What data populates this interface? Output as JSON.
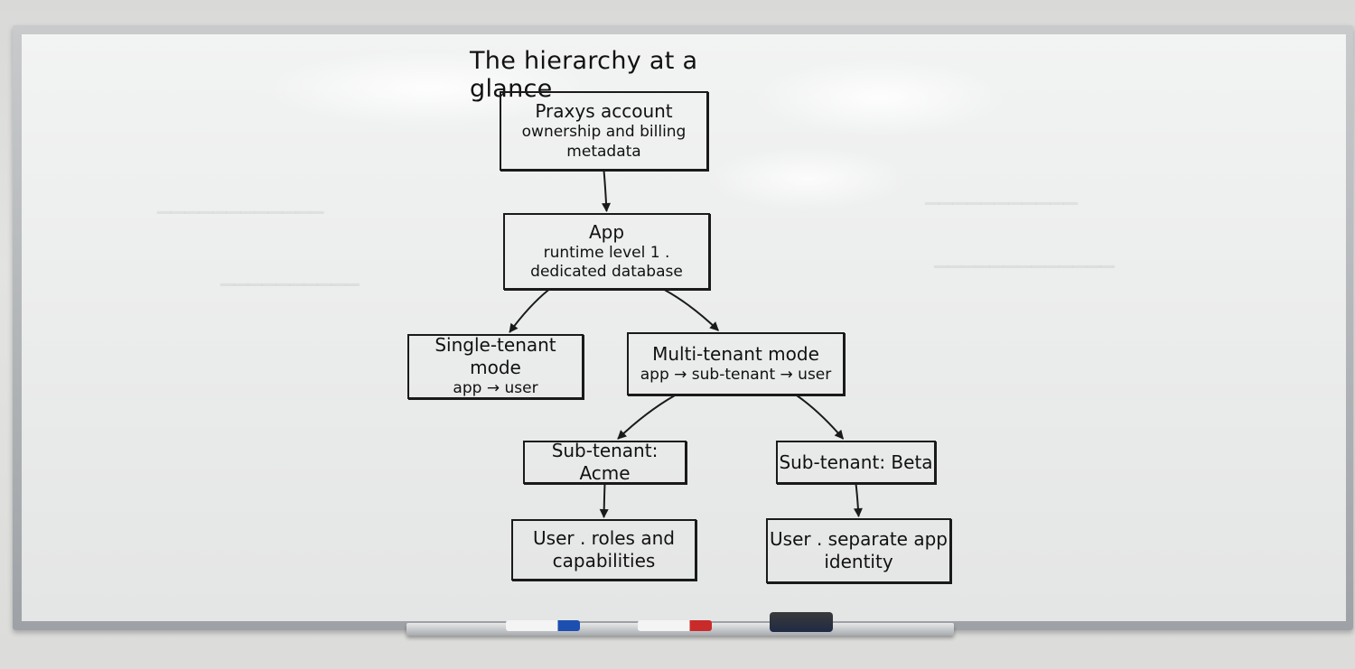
{
  "diagram": {
    "title": "The hierarchy at a glance",
    "nodes": {
      "account": {
        "line1": "Praxys account",
        "line2": "ownership and billing",
        "line3": "metadata"
      },
      "app": {
        "line1": "App",
        "line2": "runtime level 1 .",
        "line3": "dedicated database"
      },
      "single_tenant": {
        "line1": "Single-tenant mode",
        "line2": "app → user"
      },
      "multi_tenant": {
        "line1": "Multi-tenant mode",
        "line2": "app → sub-tenant → user"
      },
      "sub_acme": {
        "line1": "Sub-tenant: Acme"
      },
      "sub_beta": {
        "line1": "Sub-tenant: Beta"
      },
      "user_acme": {
        "line1": "User . roles and",
        "line2": "capabilities"
      },
      "user_beta": {
        "line1": "User . separate app",
        "line2": "identity"
      }
    },
    "edges": [
      {
        "from": "account",
        "to": "app"
      },
      {
        "from": "app",
        "to": "single_tenant"
      },
      {
        "from": "app",
        "to": "multi_tenant"
      },
      {
        "from": "multi_tenant",
        "to": "sub_acme"
      },
      {
        "from": "multi_tenant",
        "to": "sub_beta"
      },
      {
        "from": "sub_acme",
        "to": "user_acme"
      },
      {
        "from": "sub_beta",
        "to": "user_beta"
      }
    ],
    "colors": {
      "ink": "#1a1a1a",
      "board": "#eeefef",
      "frame": "#b4b7ba"
    }
  }
}
